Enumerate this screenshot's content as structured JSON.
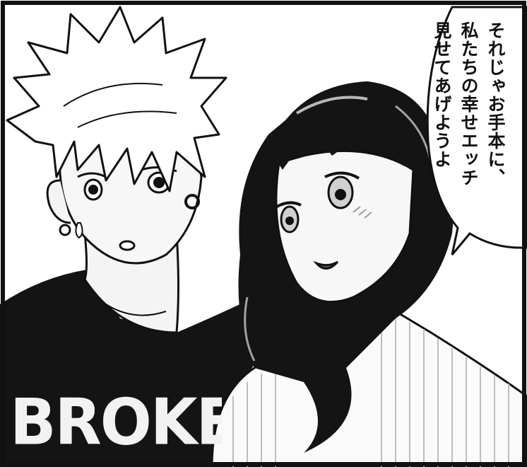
{
  "speech_bubble": {
    "lines": [
      "それじゃお手本に、",
      "私たちの幸せエッチ",
      "見せてあげようよ"
    ]
  },
  "shirt": {
    "print": "BROKE"
  },
  "colors": {
    "ink": "#111111",
    "paper": "#ffffff",
    "tone": "#d9d9d9",
    "shirt": "#141414"
  }
}
